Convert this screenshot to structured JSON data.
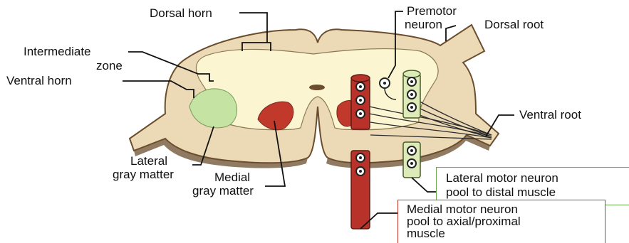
{
  "labels": {
    "dorsal_horn": "Dorsal horn",
    "premotor_line1": "Premotor",
    "premotor_line2": "neuron",
    "dorsal_root": "Dorsal root",
    "intermediate_line1": "Intermediate",
    "intermediate_line2": "zone",
    "ventral_horn": "Ventral horn",
    "ventral_root": "Ventral root",
    "lateral_gray_line1": "Lateral",
    "lateral_gray_line2": "gray matter",
    "medial_gray_line1": "Medial",
    "medial_gray_line2": "gray matter",
    "lateral_pool_line1": "Lateral motor neuron",
    "lateral_pool_line2": "pool to distal muscle",
    "medial_pool_line1": "Medial motor neuron",
    "medial_pool_line2": "pool to axial/proximal",
    "medial_pool_line3": "muscle"
  },
  "colors": {
    "white_matter": "#ecd9b5",
    "gray_matter": "#fbf5d2",
    "lateral_gray": "#c5e3a3",
    "medial_gray": "#c0392b",
    "medial_column": "#b8322a",
    "lateral_column": "#dcebb8",
    "lateral_box_border": "#6aa84f",
    "medial_box_border": "#c0392b"
  }
}
